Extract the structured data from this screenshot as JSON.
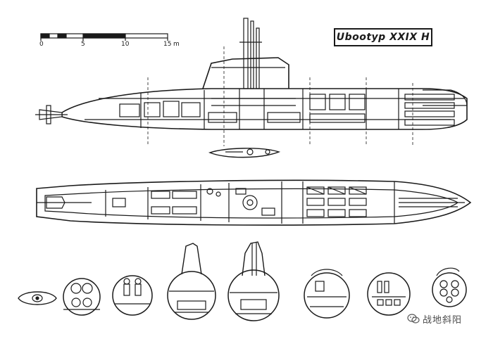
{
  "title": "Ubootyp XXIX H",
  "scale": {
    "ticks": [
      "0",
      "5",
      "10",
      "15"
    ],
    "unit": "m"
  },
  "watermark": {
    "text": "战地斜阳",
    "icon": "wechat-icon"
  },
  "colors": {
    "ink": "#1a1a1a",
    "paper": "#ffffff",
    "watermark": "#4a4a4a"
  }
}
